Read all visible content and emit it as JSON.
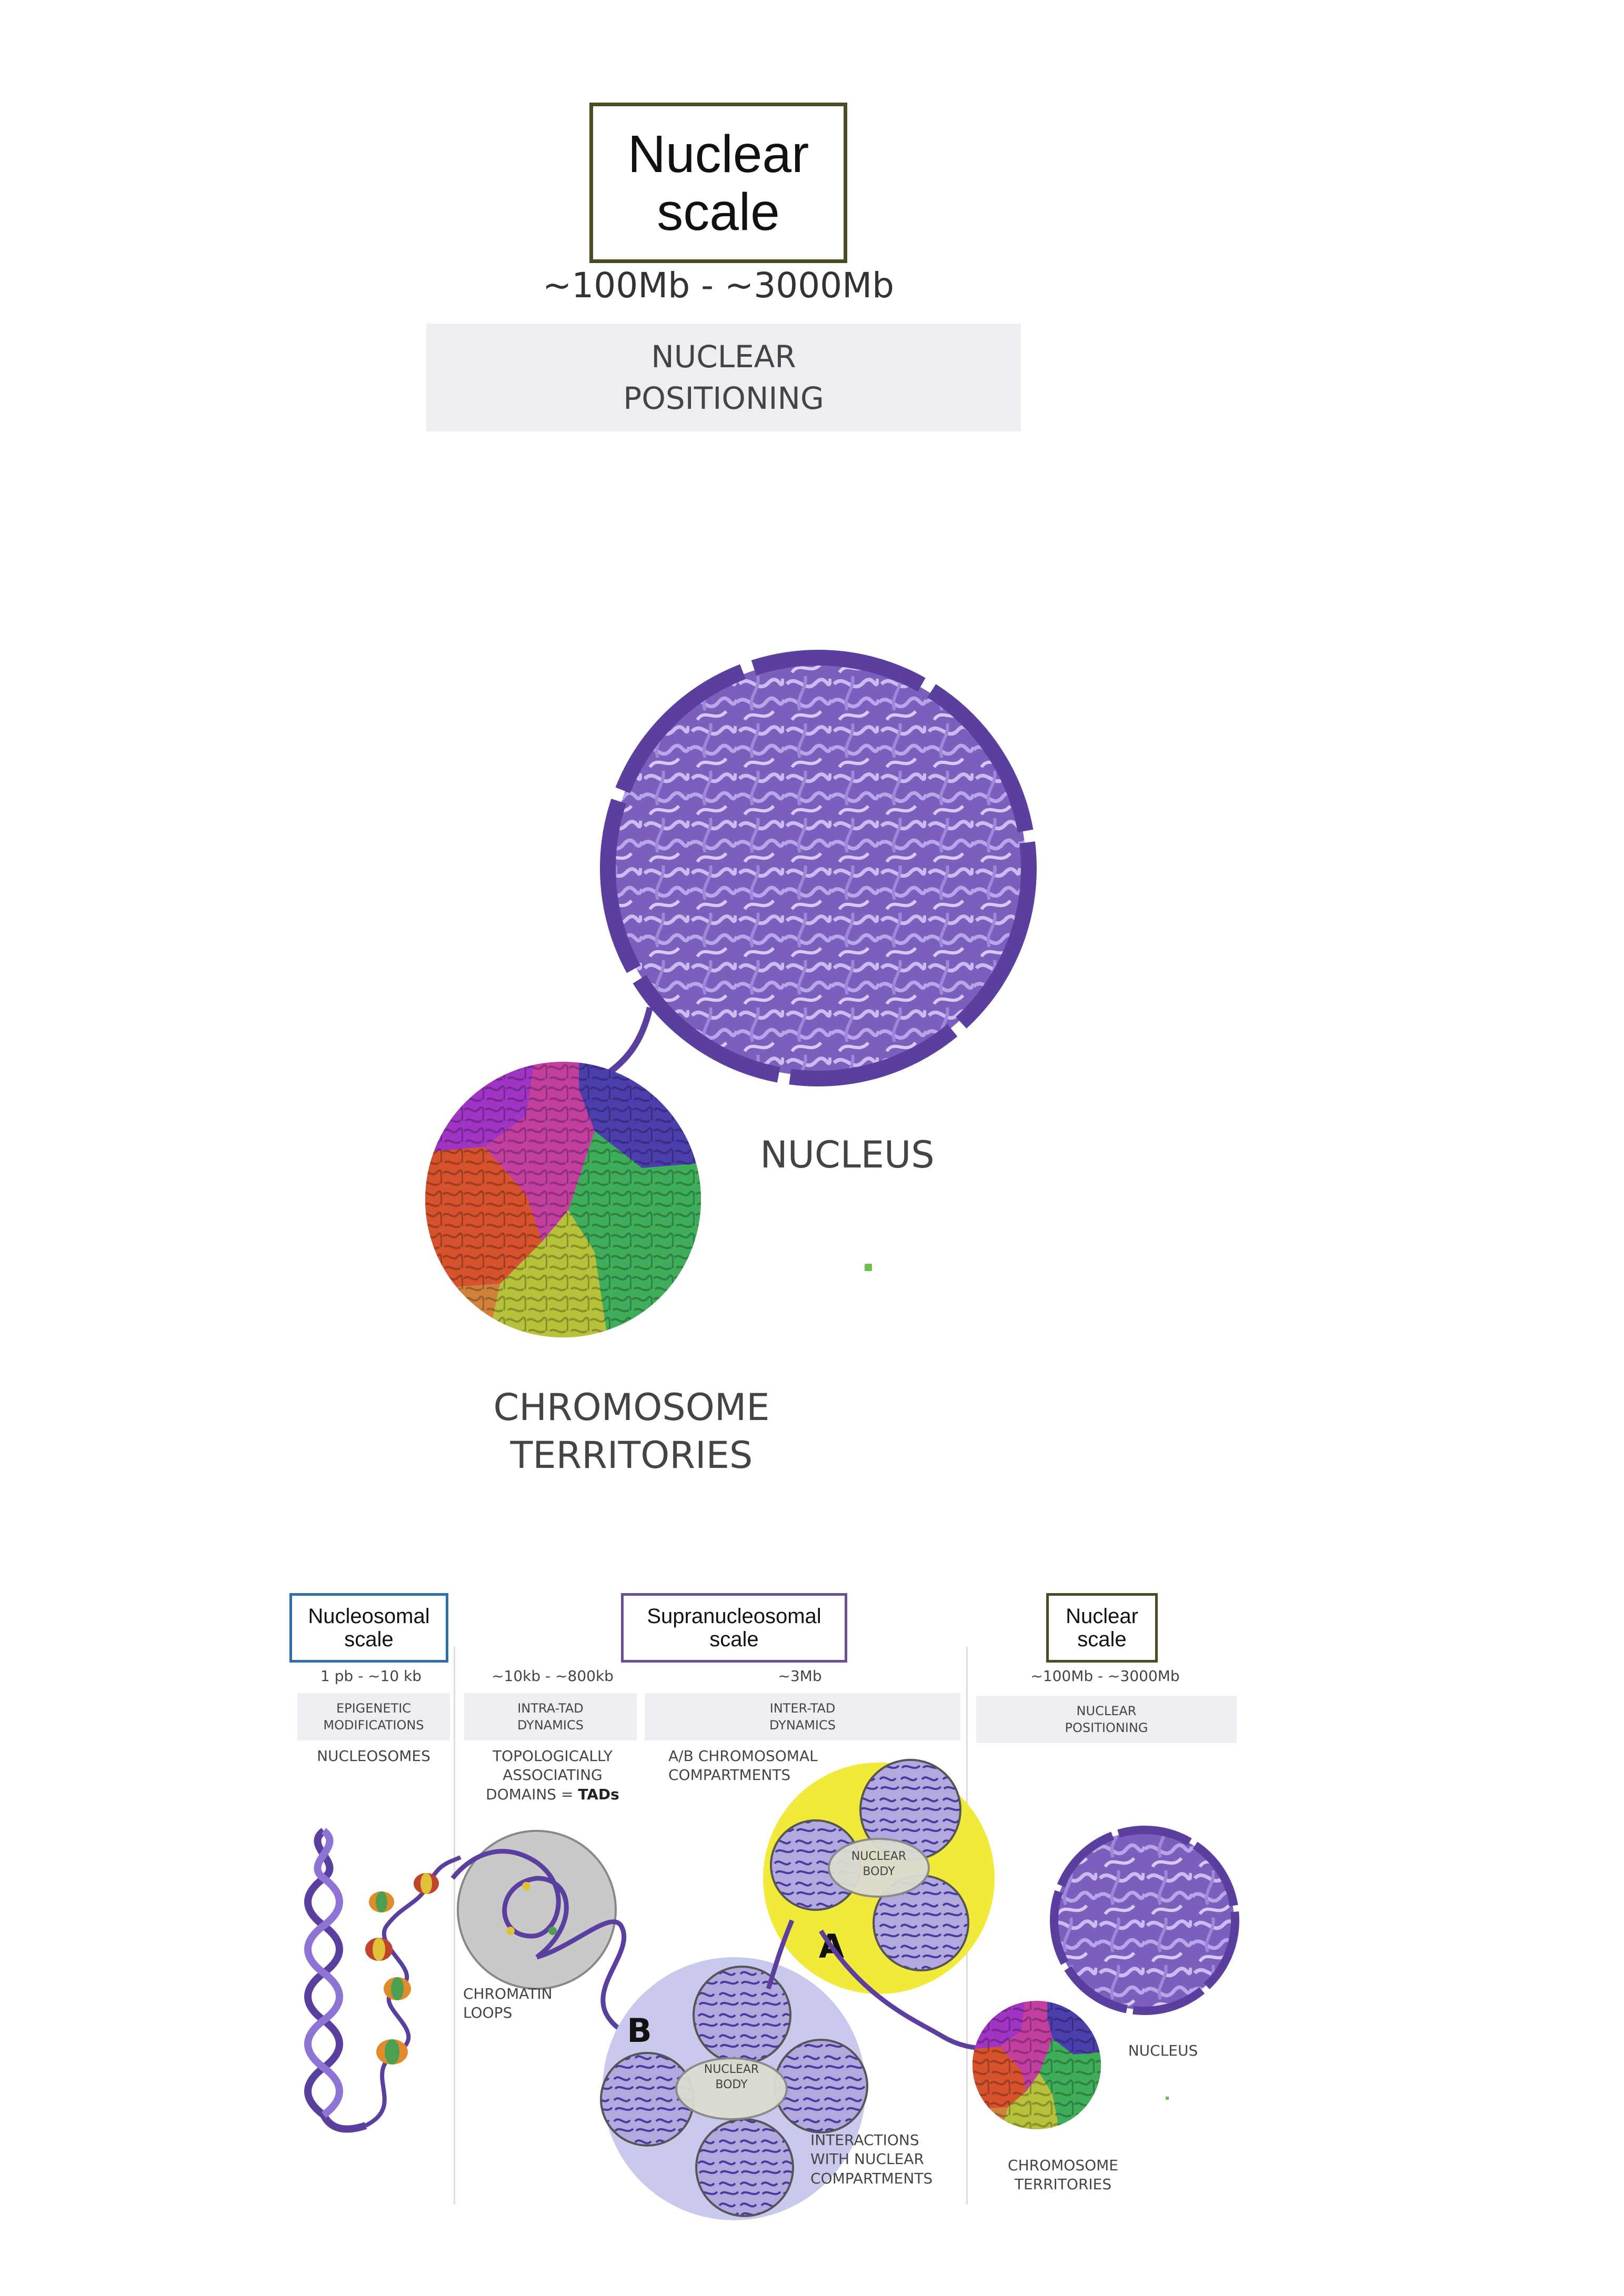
{
  "top": {
    "scale_box": {
      "line1": "Nuclear",
      "line2": "scale",
      "color": "#4d4b22"
    },
    "range": "~100Mb - ~3000Mb",
    "band": {
      "line1": "NUCLEAR",
      "line2": "POSITIONING"
    },
    "nucleus_label": "NUCLEUS",
    "territories_label": {
      "line1": "CHROMOSOME",
      "line2": "TERRITORIES"
    }
  },
  "bottom": {
    "columns": [
      {
        "scale": {
          "line1": "Nucleosomal",
          "line2": "scale",
          "color": "#2e6fa7"
        },
        "ranges": [
          "1 pb - ~10 kb"
        ],
        "bands": [
          {
            "line1": "EPIGENETIC",
            "line2": "MODIFICATIONS"
          }
        ],
        "labels": [
          "NUCLEOSOMES"
        ]
      },
      {
        "scale": {
          "line1": "Supranucleosomal",
          "line2": "scale",
          "color": "#6a4f94"
        },
        "ranges": [
          "~10kb - ~800kb",
          "~3Mb"
        ],
        "bands": [
          {
            "line1": "INTRA-TAD",
            "line2": "DYNAMICS"
          },
          {
            "line1": "INTER-TAD",
            "line2": "DYNAMICS"
          }
        ],
        "labels": [
          {
            "line1": "TOPOLOGICALLY",
            "line2": "ASSOCIATING",
            "line3": "DOMAINS = ",
            "bold": "TADs"
          },
          {
            "line1": "A/B CHROMOSOMAL",
            "line2": "COMPARTMENTS"
          }
        ]
      },
      {
        "scale": {
          "line1": "Nuclear",
          "line2": "scale",
          "color": "#4d4b22"
        },
        "ranges": [
          "~100Mb - ~3000Mb"
        ],
        "bands": [
          {
            "line1": "NUCLEAR",
            "line2": "POSITIONING"
          }
        ],
        "labels": [
          "NUCLEUS",
          {
            "line1": "CHROMOSOME",
            "line2": "TERRITORIES"
          }
        ]
      }
    ],
    "chromatin_loops": {
      "line1": "CHROMATIN",
      "line2": "LOOPS"
    },
    "compartment_a": "A",
    "compartment_b": "B",
    "nuclear_body": {
      "line1": "NUCLEAR",
      "line2": "BODY"
    },
    "interactions": {
      "line1": "INTERACTIONS",
      "line2": "WITH NUCLEAR",
      "line3": "COMPARTMENTS"
    }
  },
  "colors": {
    "nucleus": "#7a5fbd",
    "nucleus_rim": "#5a3f9e",
    "compartment_a": "#f1ea3a",
    "compartment_b": "#c9c9ee",
    "band": "#efedf1"
  }
}
